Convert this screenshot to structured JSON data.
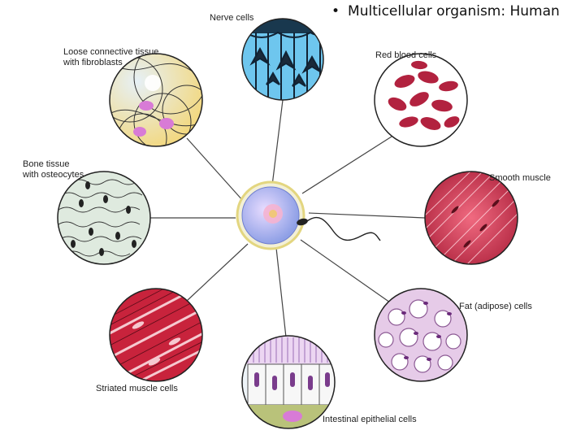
{
  "header": {
    "bullet": "•",
    "text": "Multicellular organism: Human"
  },
  "labels": {
    "nerve": "Nerve cells",
    "loose": "Loose connective tissue\nwith fibroblasts",
    "rbc": "Red blood cells",
    "bone": "Bone tissue\nwith osteocytes",
    "smooth": "Smooth muscle",
    "striated": "Striated muscle cells",
    "epithelial": "Intestinal epithelial cells",
    "fat": "Fat (adipose) cells"
  },
  "colors": {
    "nerve_bg": "#6ec6ee",
    "rbc": "#b2223f",
    "smooth": "#d8455e",
    "striated": "#c8233c",
    "fat_bg": "#e3c6e6",
    "bone_bg": "#dfeadf",
    "loose_bg": "#f2df8e",
    "egg": "#b9a0e6",
    "nucleus": "#f5b3d0"
  }
}
